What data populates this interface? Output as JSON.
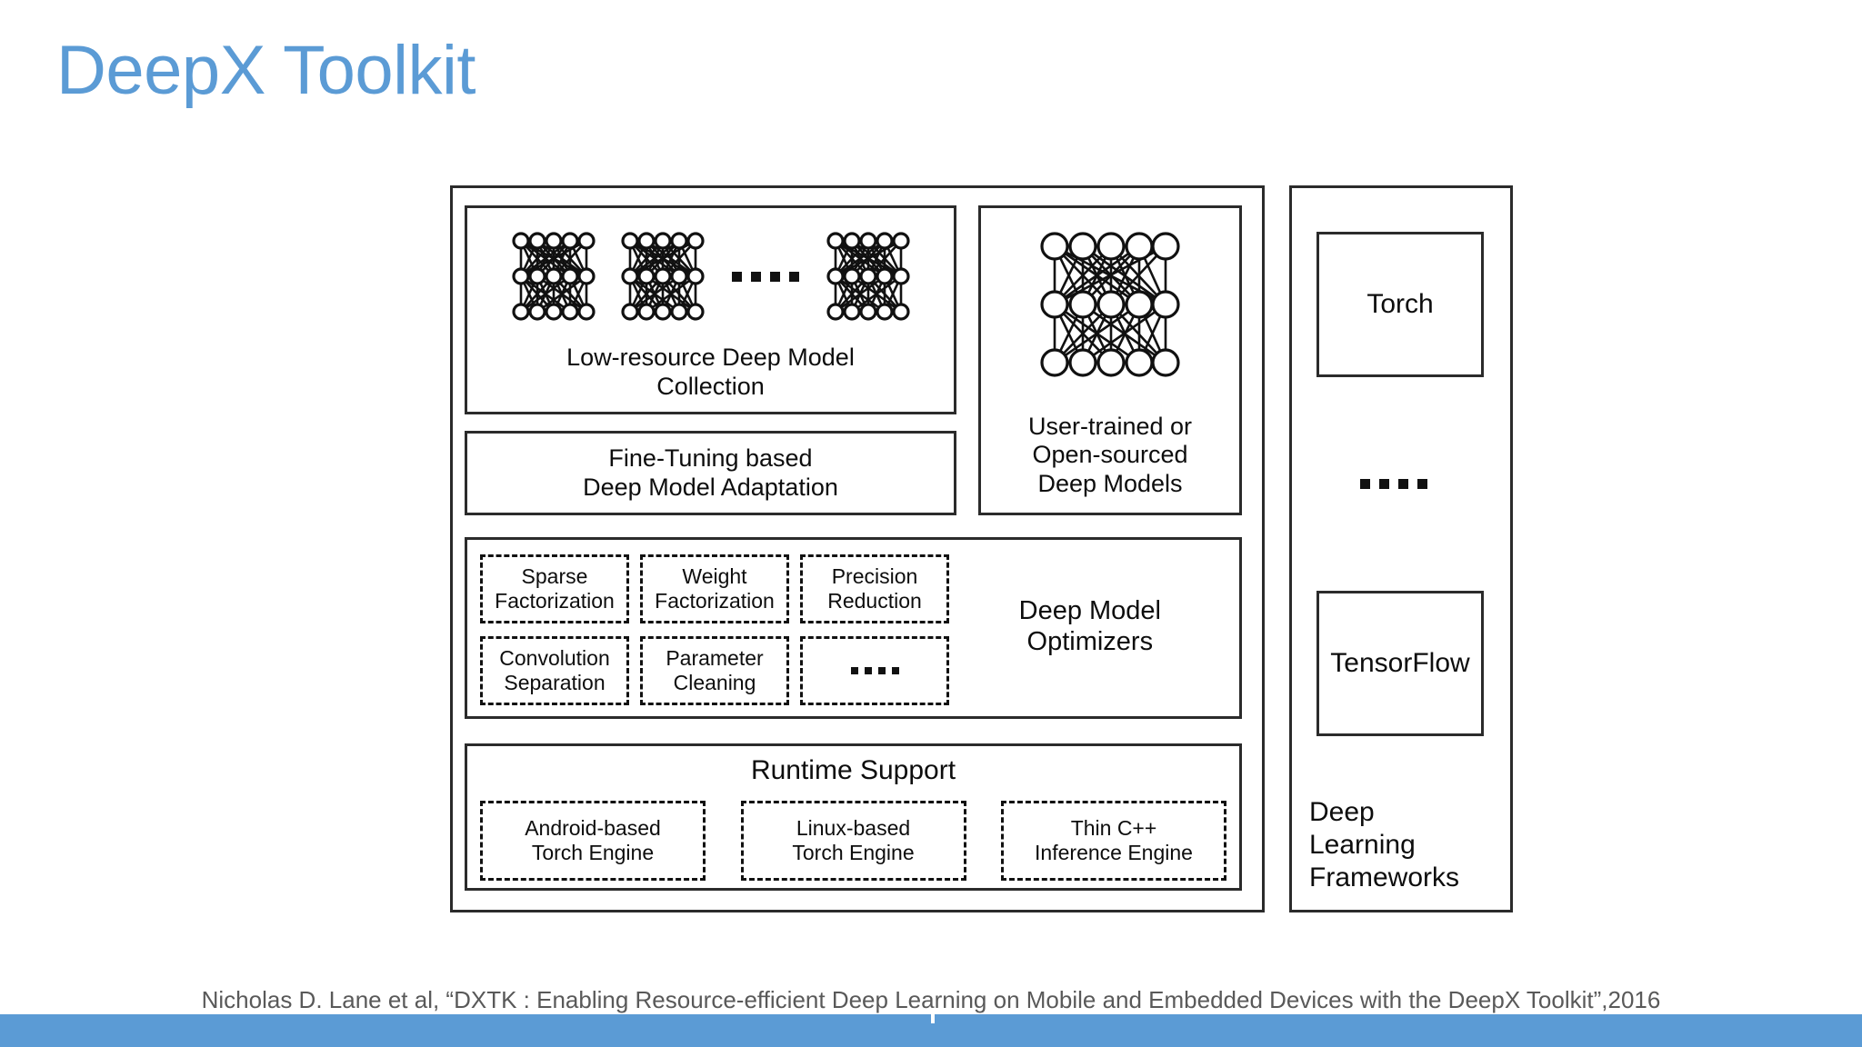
{
  "slide": {
    "title": "DeepX Toolkit",
    "title_color": "#5B9BD5",
    "bottom_bar_color": "#5B9BD5",
    "citation": "Nicholas D. Lane et al,  “DXTK : Enabling Resource-efficient Deep Learning on Mobile and Embedded Devices with the DeepX Toolkit”,2016"
  },
  "diagram": {
    "left_stack": {
      "models_row": {
        "low_resource": {
          "label": "Low-resource Deep Model\nCollection",
          "network_count": 3,
          "network_layers": 3,
          "network_nodes_per_layer": 5,
          "ellipsis": "...."
        },
        "user_models": {
          "label": "User-trained or\nOpen-sourced\nDeep Models",
          "network_layers": 3,
          "network_nodes_per_layer": 5
        }
      },
      "fine_tuning": {
        "label": "Fine-Tuning based\nDeep Model Adaptation"
      },
      "optimizers": {
        "title": "Deep Model\nOptimizers",
        "cells": [
          "Sparse\nFactorization",
          "Weight\nFactorization",
          "Precision\nReduction",
          "Convolution\nSeparation",
          "Parameter\nCleaning",
          "...."
        ]
      },
      "runtime": {
        "title": "Runtime Support",
        "cells": [
          "Android-based\nTorch Engine",
          "Linux-based\nTorch Engine",
          "Thin C++\nInference Engine"
        ]
      }
    },
    "right_column": {
      "label": "Deep\nLearning\nFrameworks",
      "items": [
        "Torch",
        "TensorFlow"
      ],
      "ellipsis": "...."
    }
  }
}
